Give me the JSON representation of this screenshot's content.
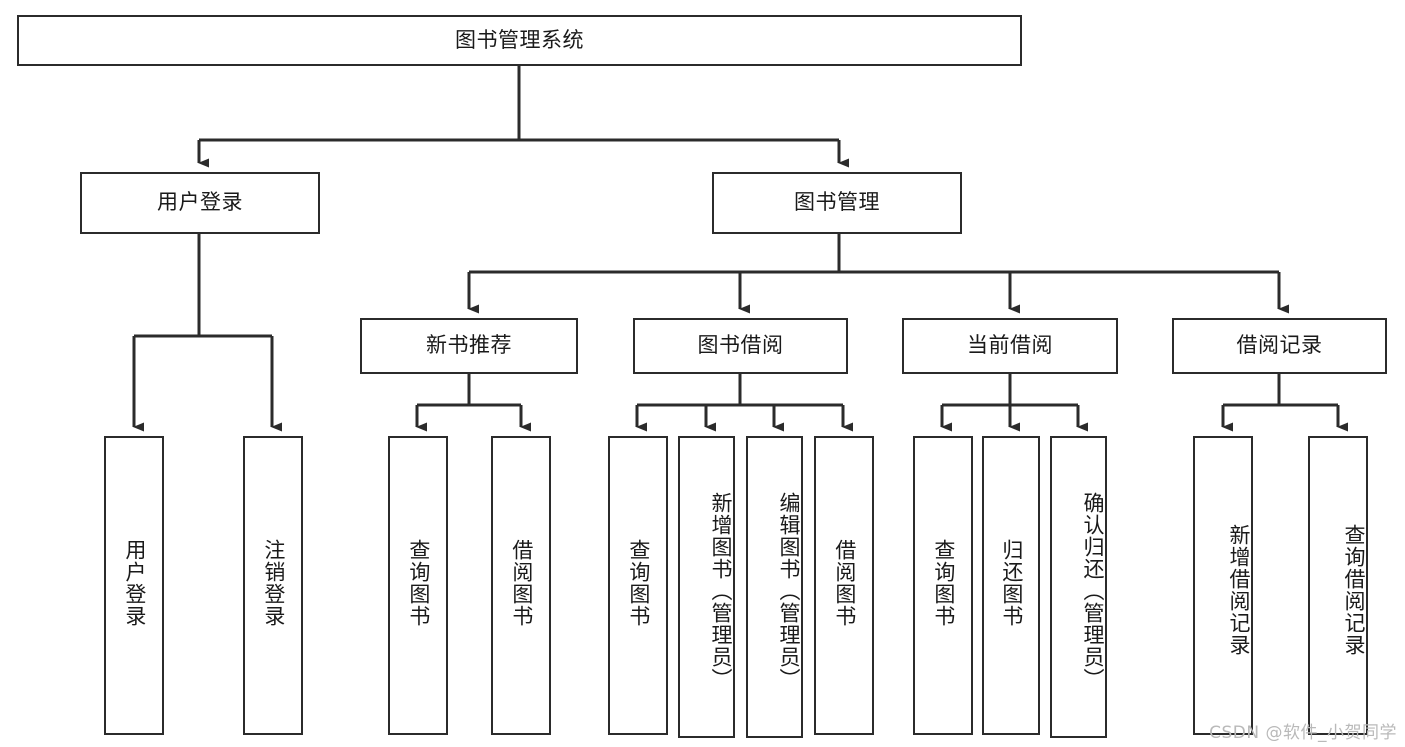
{
  "diagram": {
    "title": "图书管理系统",
    "type": "tree",
    "watermark": "CSDN @软件_小贺同学",
    "colors": {
      "background": "#ffffff",
      "box_border": "#2b2b2b",
      "box_fill": "#ffffff",
      "edge": "#2b2b2b",
      "text": "#1a1a1a",
      "watermark": "#b9b9b9"
    },
    "levels": {
      "root": {
        "label": "图书管理系统"
      },
      "level2": [
        {
          "label": "用户登录"
        },
        {
          "label": "图书管理"
        }
      ],
      "level3": [
        {
          "label": "新书推荐"
        },
        {
          "label": "图书借阅"
        },
        {
          "label": "当前借阅"
        },
        {
          "label": "借阅记录"
        }
      ],
      "leaves": {
        "user_login": [
          {
            "label": "用户登录"
          },
          {
            "label": "注销登录"
          }
        ],
        "new_book_recommend": [
          {
            "label": "查询图书"
          },
          {
            "label": "借阅图书"
          }
        ],
        "book_borrow": [
          {
            "label": "查询图书"
          },
          {
            "label": "新增图书（管理员）"
          },
          {
            "label": "编辑图书（管理员）"
          },
          {
            "label": "借阅图书"
          }
        ],
        "current_borrow": [
          {
            "label": "查询图书"
          },
          {
            "label": "归还图书"
          },
          {
            "label": "确认归还（管理员）"
          }
        ],
        "borrow_records": [
          {
            "label": "新增借阅记录"
          },
          {
            "label": "查询借阅记录"
          }
        ]
      }
    }
  }
}
